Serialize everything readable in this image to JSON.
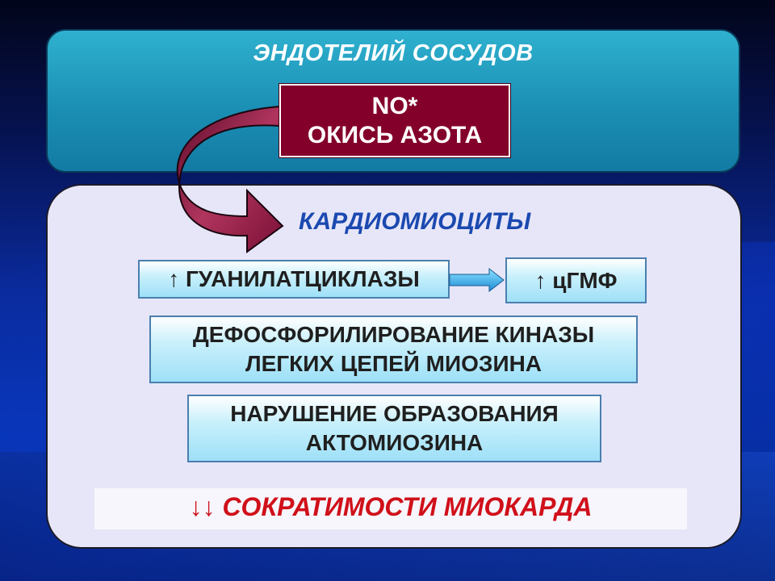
{
  "endothelium": {
    "title": "ЭНДОТЕЛИЙ СОСУДОВ"
  },
  "no_box": {
    "line1": "NO*",
    "line2": "ОКИСЬ АЗОТА"
  },
  "cardio": {
    "title": "КАРДИОМИОЦИТЫ",
    "guanylate": "↑ ГУАНИЛАТЦИКЛАЗЫ",
    "cgmp": "↑ цГМФ",
    "dephos_line1": "ДЕФОСФОРИЛИРОВАНИЕ КИНАЗЫ",
    "dephos_line2": "ЛЕГКИХ ЦЕПЕЙ МИОЗИНА",
    "actomyo_line1": "НАРУШЕНИЕ ОБРАЗОВАНИЯ",
    "actomyo_line2": "АКТОМИОЗИНА",
    "result": "↓↓ СОКРАТИМОСТИ МИОКАРДА"
  },
  "colors": {
    "endothelium_panel": "#1b8fb4",
    "no_box": "#83002a",
    "cardio_panel": "#e7e6f8",
    "result_text": "#d0101a",
    "title_blue": "#1b49b0"
  }
}
